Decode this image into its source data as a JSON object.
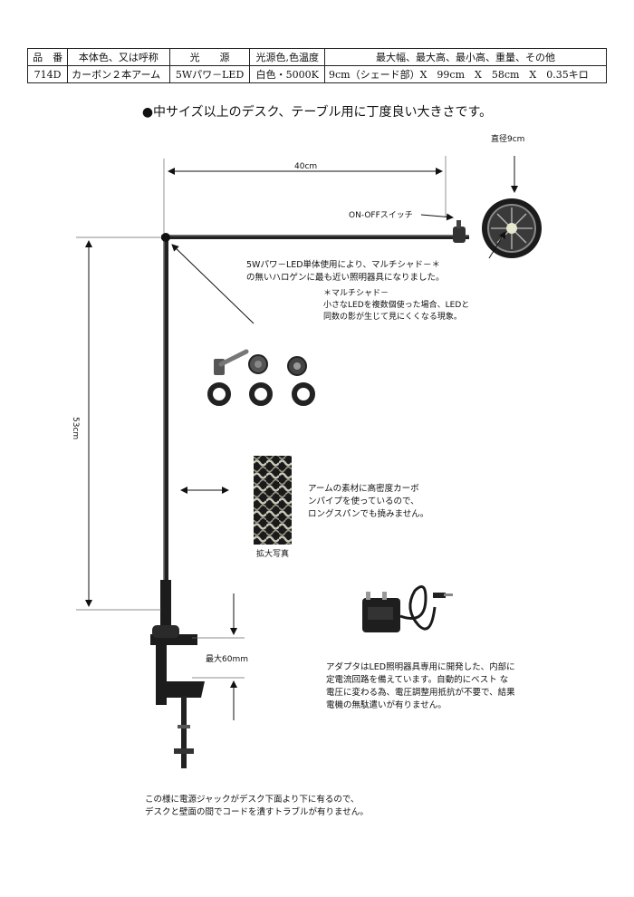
{
  "spec_table": {
    "headers": [
      "品　番",
      "本体色、又は呼称",
      "光　　源",
      "光源色,色温度",
      "最大幅、最大高、最小高、重量、その他"
    ],
    "row": [
      "714D",
      "カーボン２本アーム",
      "5Wパワ－LED",
      "白色・5000K",
      "9cm（シェード部）X　99cm　X　58cm　X　0.35キロ"
    ]
  },
  "headline": "●中サイズ以上のデスク、テーブル用に丁度良い大きさです。",
  "labels": {
    "shade_diameter": "直径9cm",
    "arm_length": "40cm",
    "switch": "ON-OFFスイッチ",
    "pole_height": "53cm",
    "clamp_max": "最大60mm",
    "zoom_caption": "拡大写真"
  },
  "notes": {
    "led_lines": [
      "5Wパワ－LED単体使用により、マルチシャド－＊",
      "の無いハロゲンに最も近い照明器具になりました。"
    ],
    "multishadow_lines": [
      "＊マルチシャド－",
      "小さなLEDを複数個使った場合、LEDと",
      "同数の影が生じて見にくくなる現象。"
    ],
    "carbon_lines": [
      "アームの素材に高密度カーボ",
      "ンパイプを使っているので、",
      "ロングスパンでも撓みません。"
    ],
    "adapter_lines": [
      "アダプタはLED照明器具専用に開発した、内部に",
      "定電流回路を備えています。自動的にベスト な",
      "電圧に変わる為、電圧調整用抵抗が不要で、結果",
      "電機の無駄遣いが有りません。"
    ],
    "jack_lines": [
      "この様に電源ジャックがデスク下面より下に有るので、",
      "デスクと壁面の間でコードを潰すトラブルが有りません。"
    ]
  },
  "colors": {
    "metal": "#2a2a2a",
    "carbon": "#8a8a7a",
    "rule": "#333333"
  }
}
